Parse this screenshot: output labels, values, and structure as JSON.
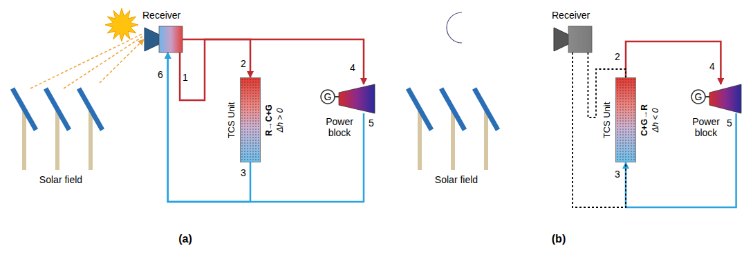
{
  "diagram": {
    "nodes": [
      {
        "text": [
          "Receiver"
        ]
      },
      {
        "text": [
          "Solar field"
        ]
      },
      {
        "text": [
          "TCS Unit",
          "R→C+G",
          "Δh > 0"
        ]
      },
      {
        "text": [
          "Power block"
        ]
      },
      {
        "text": [
          "Receiver"
        ]
      },
      {
        "text": [
          "Solar field"
        ]
      },
      {
        "text": [
          "TCS Unit",
          "C+G→R",
          "Δh < 0"
        ]
      },
      {
        "text": [
          "Power block"
        ]
      }
    ],
    "edges": [
      {
        "from": 1,
        "to": 0,
        "arrow": "to"
      },
      {
        "from": 0,
        "to": 2,
        "arrow": "to"
      },
      {
        "from": 0,
        "to": 3,
        "arrow": "to"
      },
      {
        "from": 2,
        "to": 0,
        "arrow": "to"
      },
      {
        "from": 3,
        "to": 0,
        "arrow": "to"
      },
      {
        "from": 6,
        "to": 7,
        "arrow": "to"
      },
      {
        "from": 7,
        "to": 6,
        "arrow": "to"
      },
      {
        "from": 4,
        "to": 6,
        "arrow": "none"
      },
      {
        "from": 4,
        "to": 6,
        "arrow": "none"
      }
    ],
    "labels": [
      "1",
      "2",
      "3",
      "4",
      "5",
      "6",
      "G",
      "(a)",
      "2",
      "3",
      "4",
      "5",
      "G",
      "(b)"
    ]
  }
}
